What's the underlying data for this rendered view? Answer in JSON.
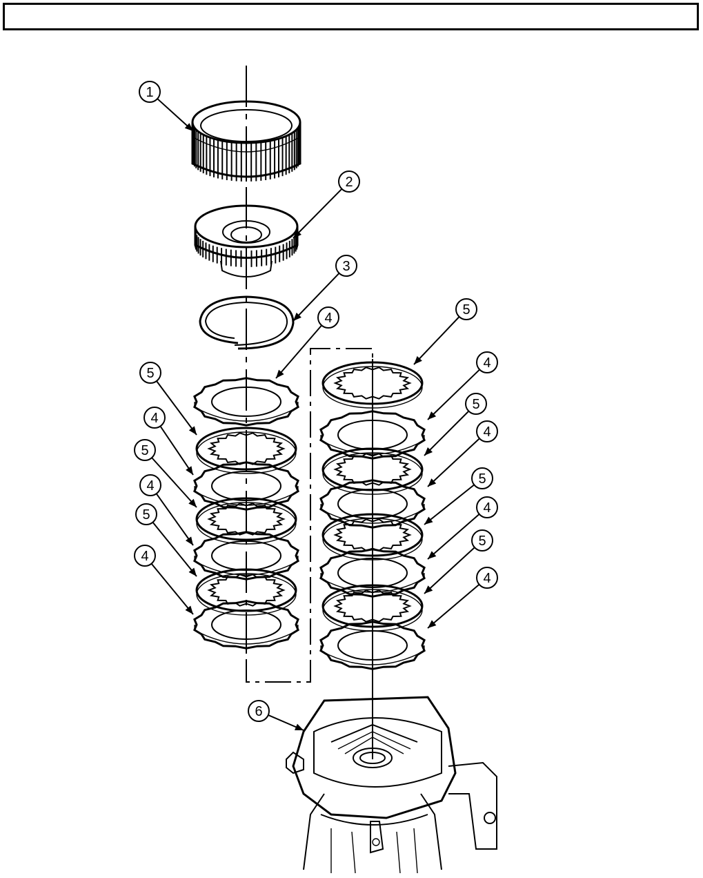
{
  "header": {
    "title": ""
  },
  "callouts": [
    {
      "id": "c1",
      "label": "1"
    },
    {
      "id": "c2",
      "label": "2"
    },
    {
      "id": "c3",
      "label": "3"
    },
    {
      "id": "c4a",
      "label": "4"
    },
    {
      "id": "c5a",
      "label": "5"
    },
    {
      "id": "c4b",
      "label": "4"
    },
    {
      "id": "c5b",
      "label": "5"
    },
    {
      "id": "c4c",
      "label": "4"
    },
    {
      "id": "c5c",
      "label": "5"
    },
    {
      "id": "c4d",
      "label": "4"
    },
    {
      "id": "c5d",
      "label": "5"
    },
    {
      "id": "c4e",
      "label": "4"
    },
    {
      "id": "c5e",
      "label": "5"
    },
    {
      "id": "c4f",
      "label": "4"
    },
    {
      "id": "c5f",
      "label": "5"
    },
    {
      "id": "c4g",
      "label": "4"
    },
    {
      "id": "c5g",
      "label": "5"
    },
    {
      "id": "c4h",
      "label": "4"
    },
    {
      "id": "c6",
      "label": "6"
    }
  ]
}
